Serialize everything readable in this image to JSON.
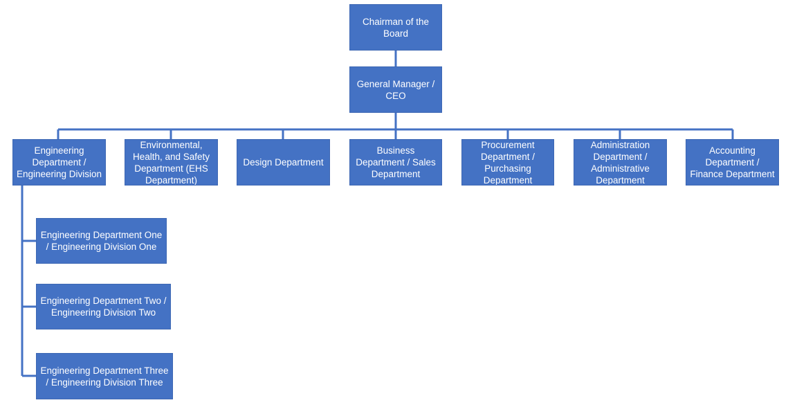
{
  "org_chart": {
    "chairman": "Chairman of the Board",
    "ceo": "General Manager / CEO",
    "departments": {
      "engineering": "Engineering Department / Engineering Division",
      "ehs": "Environmental, Health, and Safety Department (EHS Department)",
      "design": "Design Department",
      "sales": "Business Department / Sales Department",
      "procurement": "Procurement Department / Purchasing Department",
      "administration": "Administration Department / Administrative Department",
      "accounting": "Accounting Department / Finance Department"
    },
    "engineering_divisions": {
      "one": "Engineering Department One / Engineering Division One",
      "two": "Engineering Department Two / Engineering Division Two",
      "three": "Engineering Department Three / Engineering Division Three"
    }
  },
  "colors": {
    "box_fill": "#4472c4",
    "connector": "#4472c4",
    "text": "#ffffff"
  }
}
